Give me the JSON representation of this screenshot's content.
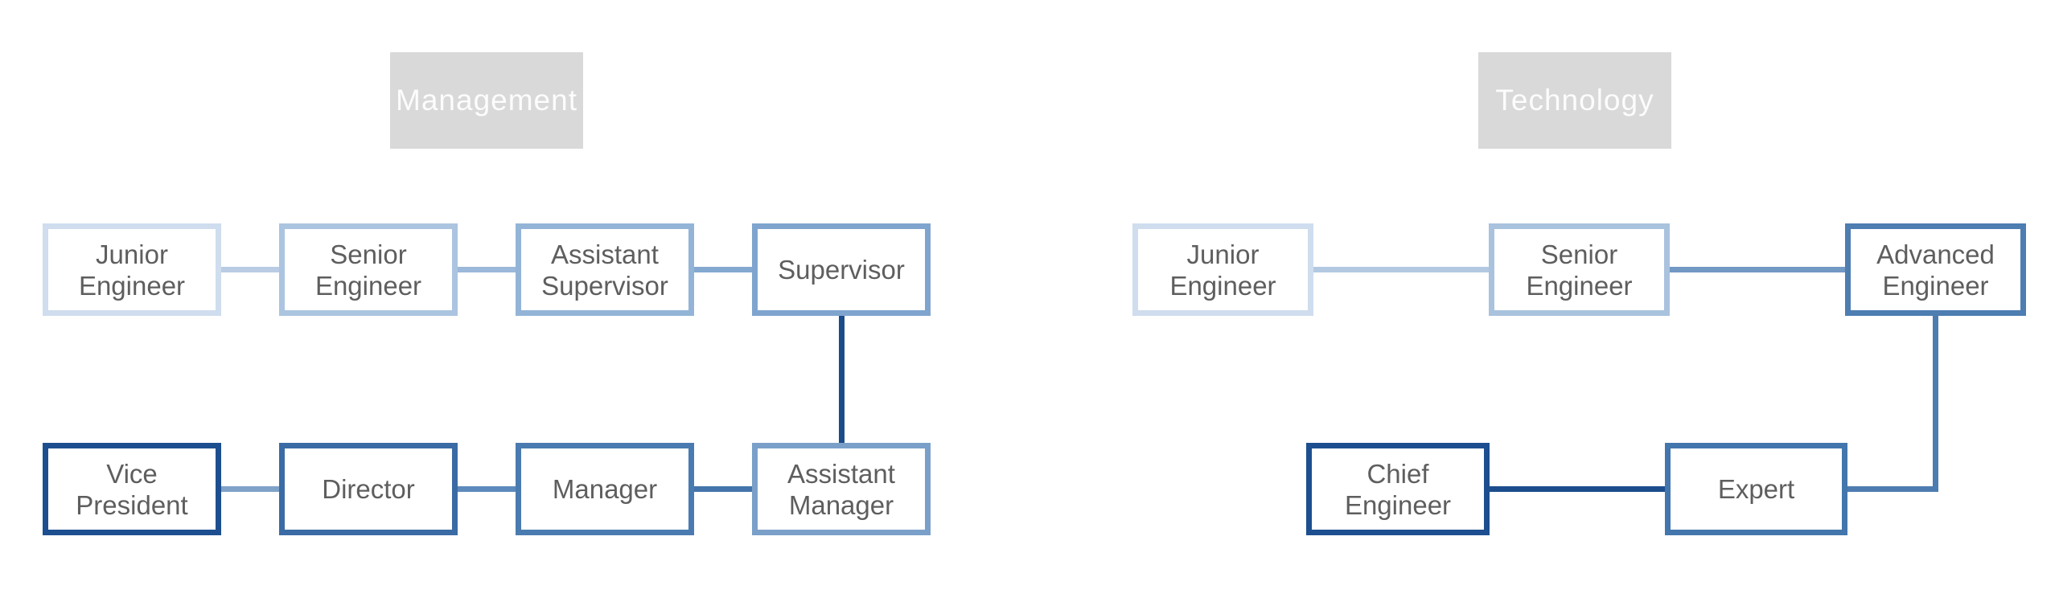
{
  "slide": {
    "background": "#ffffff",
    "node_text_color": "#5e5e5e",
    "header_text_color": "#fcfcfc"
  },
  "diagrams": [
    {
      "name": "Management track",
      "header": {
        "label": "Management",
        "fill": "#d9d9d9"
      },
      "nodes": [
        {
          "label": "Junior\nEngineer",
          "border_color": "#cfddee"
        },
        {
          "label": "Senior\nEngineer",
          "border_color": "#abc4e0"
        },
        {
          "label": "Assistant\nSupervisor",
          "border_color": "#93b4d7"
        },
        {
          "label": "Supervisor",
          "border_color": "#7fa5cf"
        },
        {
          "label": "Assistant\nManager",
          "border_color": "#7aa0c9"
        },
        {
          "label": "Manager",
          "border_color": "#4a7bb0"
        },
        {
          "label": "Director",
          "border_color": "#3a6ba5"
        },
        {
          "label": "Vice\nPresident",
          "border_color": "#1d4f90"
        }
      ],
      "connectors": [
        {
          "from": "Junior Engineer",
          "to": "Senior Engineer",
          "color": "#b9cce4"
        },
        {
          "from": "Senior Engineer",
          "to": "Assistant Supervisor",
          "color": "#9cb8da"
        },
        {
          "from": "Assistant Supervisor",
          "to": "Supervisor",
          "color": "#84a9d1"
        },
        {
          "from": "Supervisor",
          "to": "Assistant Manager",
          "color": "#1b4c8a"
        },
        {
          "from": "Assistant Manager",
          "to": "Manager",
          "color": "#4474ab"
        },
        {
          "from": "Manager",
          "to": "Director",
          "color": "#5d8abc"
        },
        {
          "from": "Director",
          "to": "Vice President",
          "color": "#7fa2c8"
        }
      ]
    },
    {
      "name": "Technology track",
      "header": {
        "label": "Technology",
        "fill": "#d9d9d9"
      },
      "nodes": [
        {
          "label": "Junior\nEngineer",
          "border_color": "#cfddee"
        },
        {
          "label": "Senior\nEngineer",
          "border_color": "#a9c2de"
        },
        {
          "label": "Advanced\nEngineer",
          "border_color": "#4d7db1"
        },
        {
          "label": "Expert",
          "border_color": "#4376ac"
        },
        {
          "label": "Chief\nEngineer",
          "border_color": "#1d4f90"
        }
      ],
      "connectors": [
        {
          "from": "Junior Engineer",
          "to": "Senior Engineer",
          "color": "#b3c9e2"
        },
        {
          "from": "Senior Engineer",
          "to": "Advanced Engineer",
          "color": "#7298c4"
        },
        {
          "from": "Advanced Engineer",
          "to": "Expert",
          "color": "#4d7cb0"
        },
        {
          "from": "Expert",
          "to": "Chief Engineer",
          "color": "#1b4d8d"
        }
      ]
    }
  ]
}
